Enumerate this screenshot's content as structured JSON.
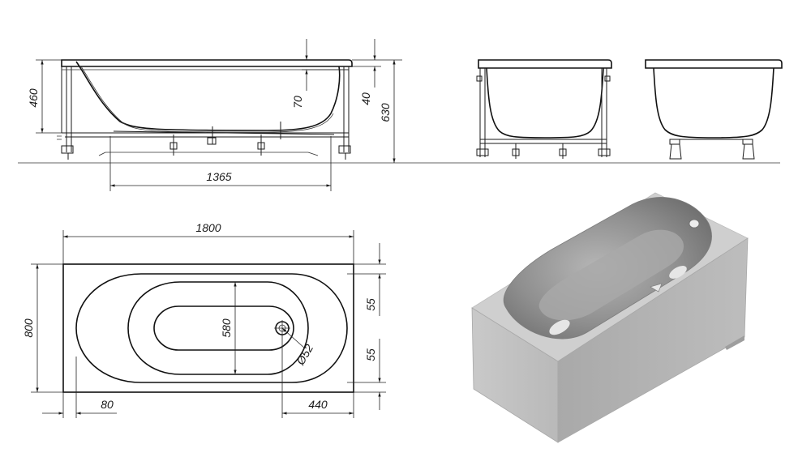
{
  "dimensions": {
    "side_height": "460",
    "rim_offset": "70",
    "rim_thickness": "40",
    "total_height": "630",
    "floor_length": "1365",
    "length": "1800",
    "width": "800",
    "inner_width": "580",
    "end_margin_top": "55",
    "end_margin_bottom": "55",
    "left_margin": "80",
    "drain_offset": "440",
    "drain_diameter": "Ø52"
  },
  "colors": {
    "line": "#1a1a1a",
    "render_panel": "#bdbdbd",
    "render_basin": "#8f8f8f"
  }
}
